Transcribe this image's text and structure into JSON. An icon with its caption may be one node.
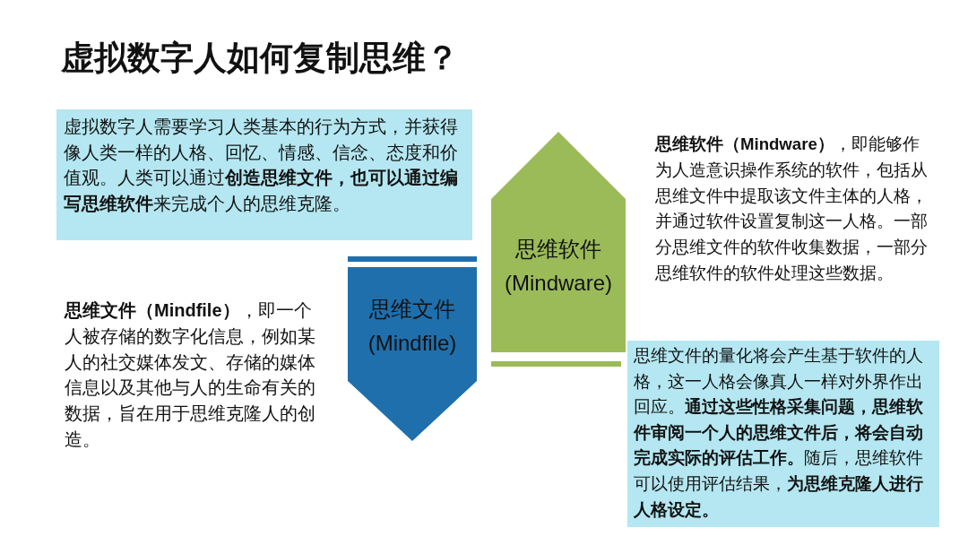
{
  "diagram": {
    "title": "虚拟数字人如何复制思维？",
    "nodes": [
      {
        "text": [
          "虚拟数字人需要学习人类基本的行为方式，并获得像人类一样的人格、回忆、情感、信念、态度和价值观。人类可以通过**创造思维文件，也可以通过编写思维软件**来完成个人的思维克隆。"
        ]
      },
      {
        "text": [
          "思维软件 (Mindware)"
        ]
      },
      {
        "text": [
          "思维文件 (Mindfile)"
        ]
      },
      {
        "text": [
          "思维文件的量化将会产生基于软件的人格，这一人格会像真人一样对外界作出回应。**通过这些性格采集问题，思维软件审阅一个人的思维文件后，将会自动完成实际的评估工作。**随后，思维软件可以使用评估结果，**为思维克隆人进行人格设定。**"
        ]
      }
    ],
    "labels": [
      "**思维软件（Mindware）**，即能够作为人造意识操作系统的软件，包括从思维文件中提取该文件主体的人格，并通过软件设置复制这一人格。一部分思维文件的软件收集数据，一部分思维软件的软件处理这些数据。",
      "**思维文件（Mindfile）**，即一个人被存储的数字化信息，例如某人的社交媒体发文、存储的媒体信息以及其他与人的生命有关的数据，旨在用于思维克隆人的创造。"
    ]
  }
}
